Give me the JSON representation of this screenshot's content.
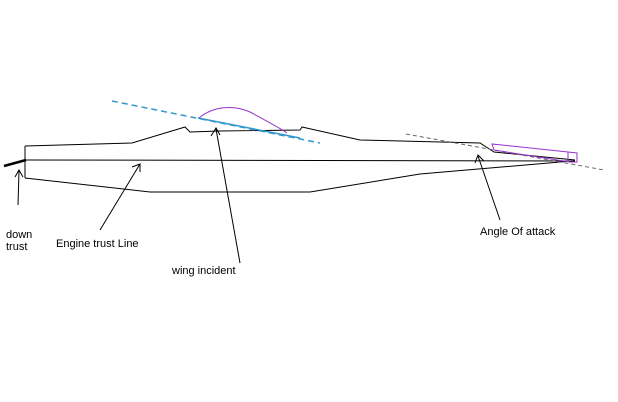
{
  "labels": {
    "down_line1": "down",
    "down_line2": "trust",
    "engine_thrust_line": "Engine trust Line",
    "wing_incident": "wing incident",
    "angle_of_attack": "Angle Of attack"
  },
  "colors": {
    "outline": "#000000",
    "wing_chord_line": "#3399cc",
    "wing_airfoil": "#9933cc",
    "tail_stabilizer": "#9933cc",
    "tail_reference_line": "#666666",
    "background": "#ffffff"
  }
}
